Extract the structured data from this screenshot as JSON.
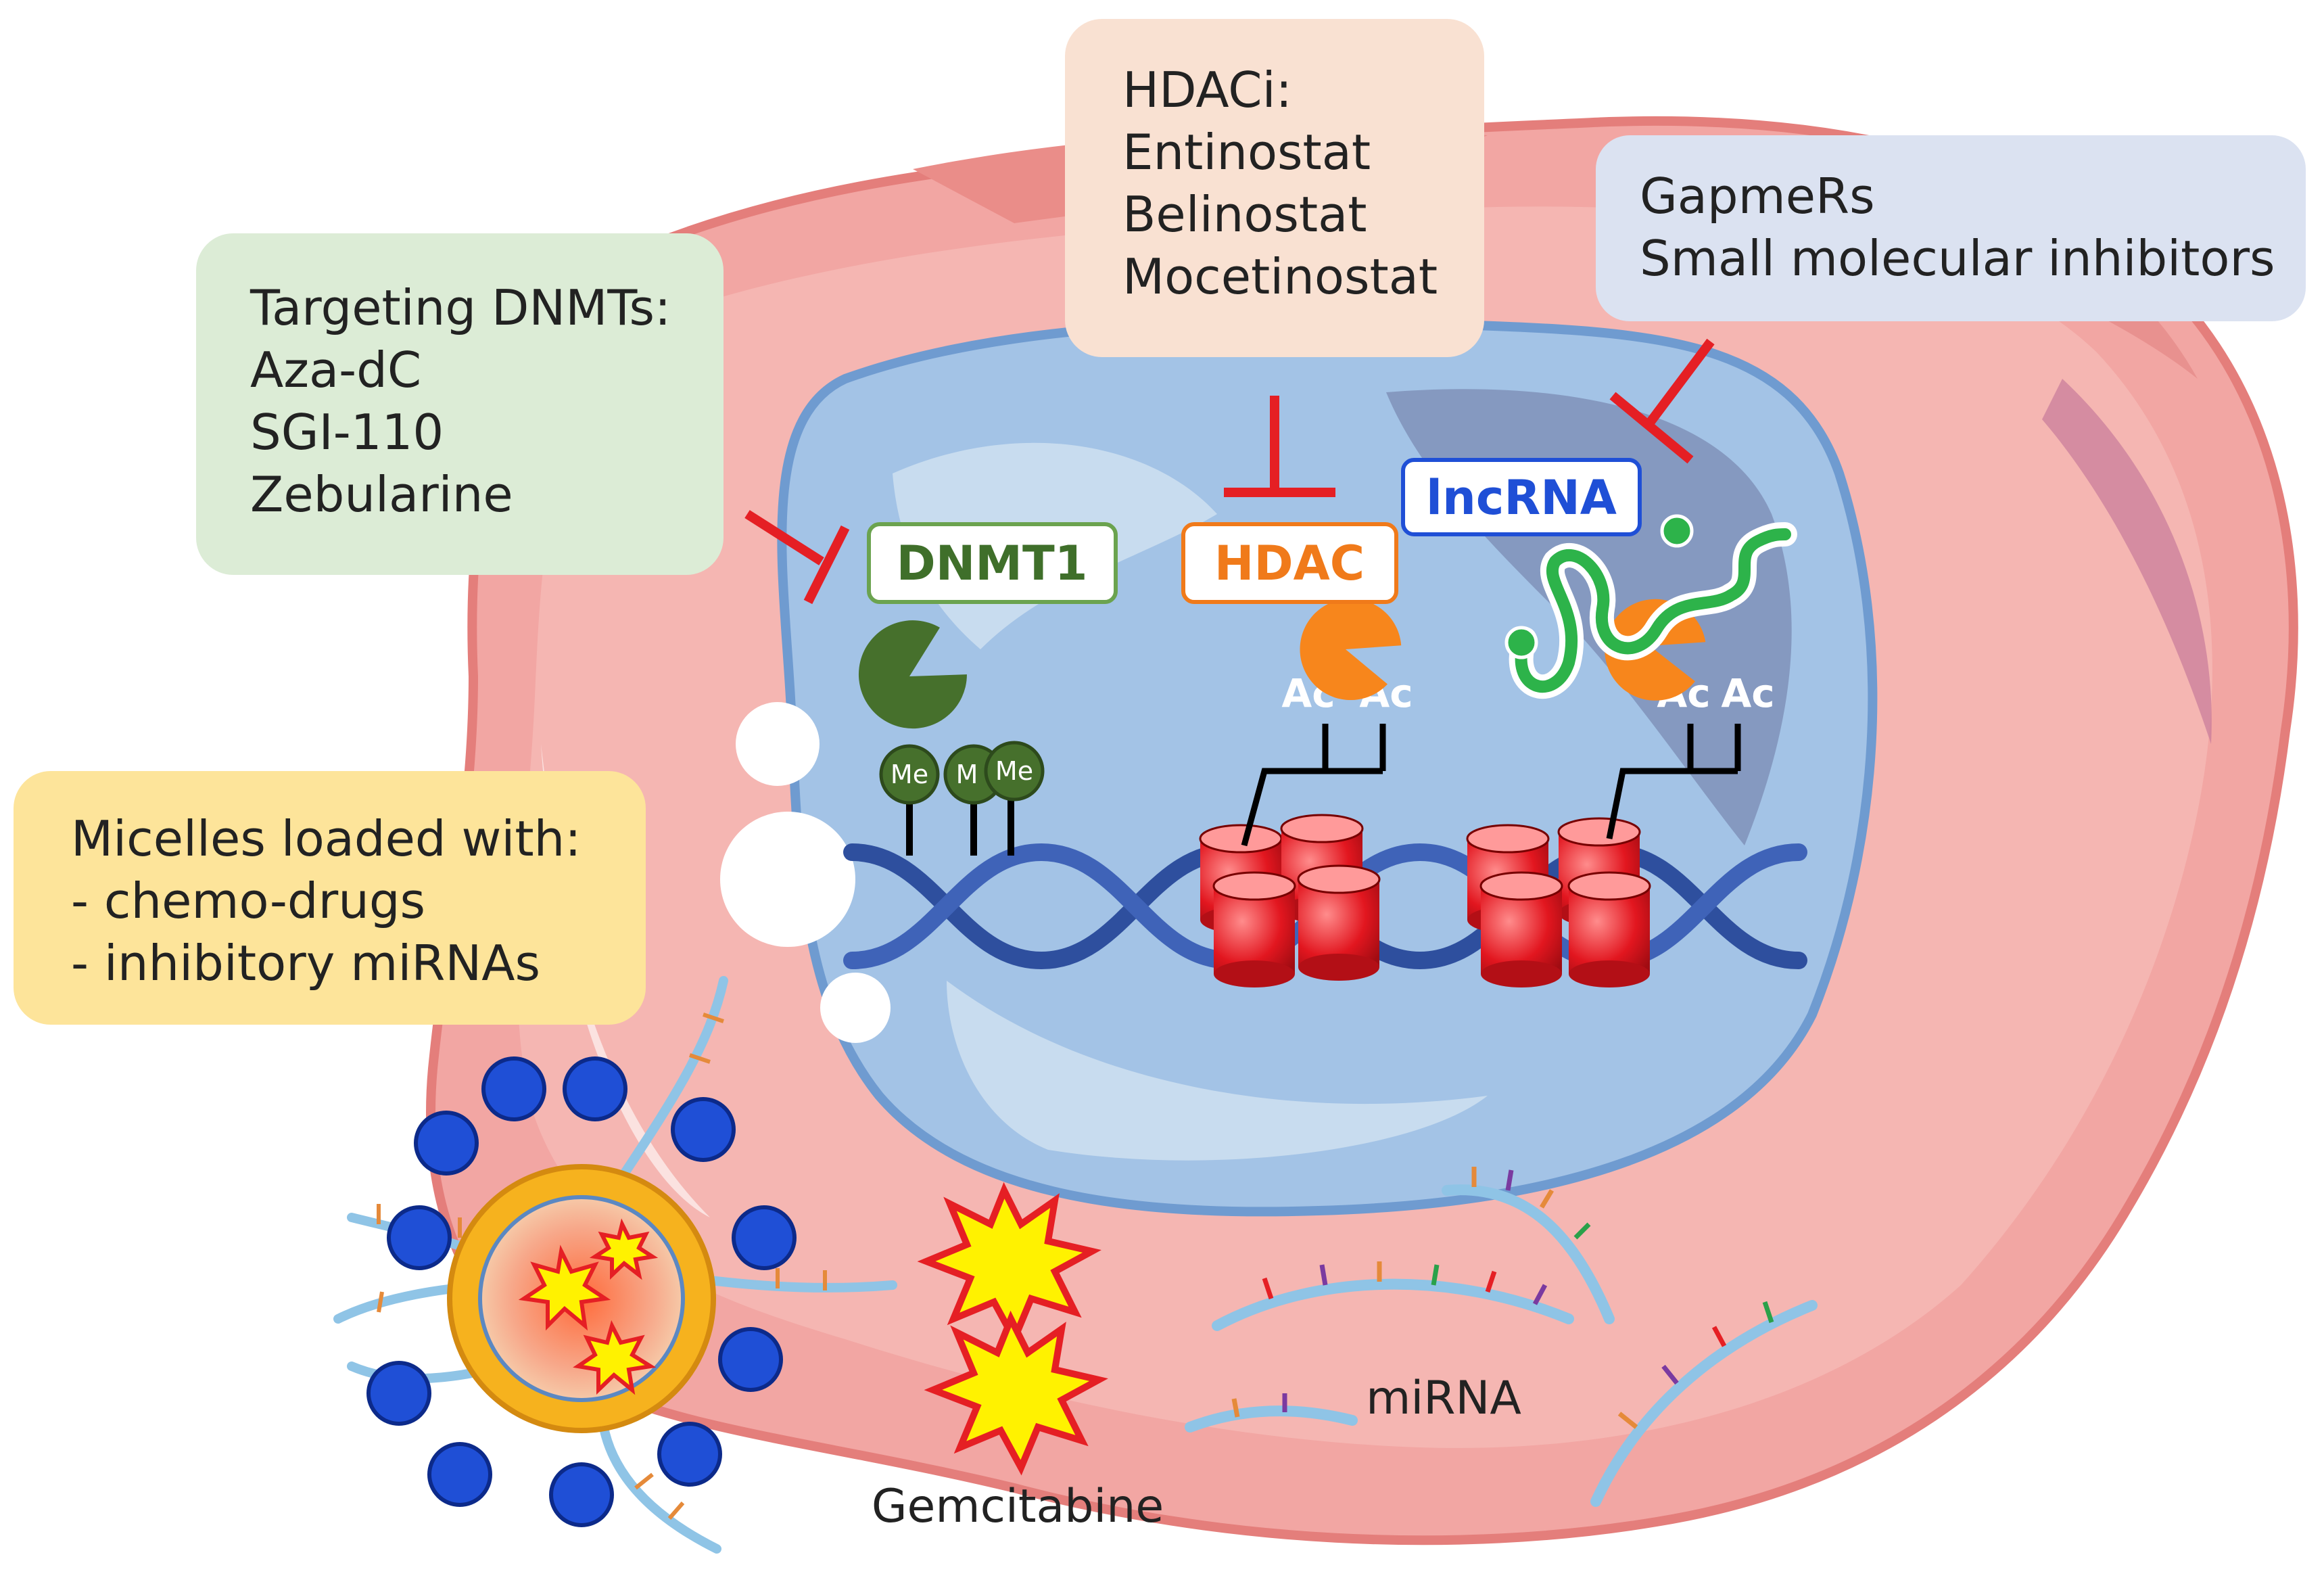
{
  "boxes": {
    "dnmt": {
      "lines": [
        "Targeting DNMTs:",
        "Aza-dC",
        "SGI-110",
        "Zebularine"
      ],
      "color": "#dcecd6"
    },
    "hdaci": {
      "lines": [
        "HDACi:",
        "Entinostat",
        "Belinostat",
        "Mocetinostat"
      ],
      "color": "#f9e1d2"
    },
    "gapmer": {
      "lines": [
        "GapmeRs",
        "Small molecular inhibitors"
      ],
      "color": "#dbe2f1"
    },
    "micelles": {
      "lines": [
        "Micelles loaded with:",
        "- chemo-drugs",
        "- inhibitory miRNAs"
      ],
      "color": "#fde49a"
    }
  },
  "tags": {
    "dnmt1": {
      "text": "DNMT1",
      "color": "#3f6f2a"
    },
    "hdac": {
      "text": "HDAC",
      "color": "#f07a1a"
    },
    "lncrna": {
      "text": "lncRNA",
      "color": "#1f4fd6"
    }
  },
  "marks": {
    "me": [
      "Me",
      "M",
      "Me"
    ],
    "ac_hdac": [
      "Ac",
      "Ac"
    ],
    "ac_lnc": [
      "Ac",
      "Ac"
    ]
  },
  "labels": {
    "gemcitabine": "Gemcitabine",
    "mirna": "miRNA"
  },
  "colors": {
    "cell": "#f3a9a5",
    "cell_edge": "#e47e7b",
    "nucleus": "#a9c7e6",
    "inhibitor": "#e51f24",
    "dna": "#2e4f9e",
    "histone": "#e2161f",
    "enzyme_dnmt": "#46702c",
    "enzyme_hdac": "#f7861c",
    "lncrna_strand": "#2db34a"
  }
}
